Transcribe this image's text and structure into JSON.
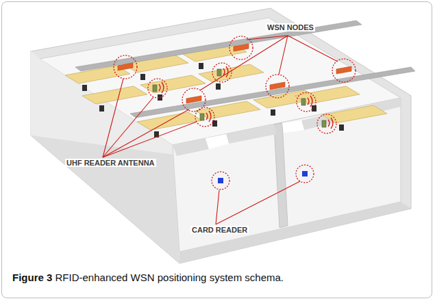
{
  "diagram": {
    "caption": "Figure 3 RFID-enhanced WSN positioning system schema.",
    "labels": [
      "WSN NODES",
      "UHF READER ANTENNA",
      "CARD READER"
    ]
  }
}
